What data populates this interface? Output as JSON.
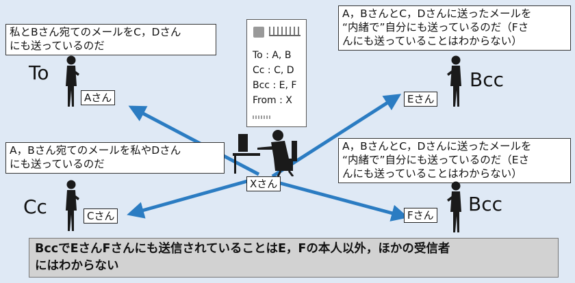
{
  "notes": {
    "to_note": "私とBさん宛てのメールをC，Dさん\nにも送っているのだ",
    "cc_note": "A，Bさん宛てのメールを私やDさん\nにも送っているのだ",
    "bcc_note_top": "A，BさんとC，Dさんに送ったメールを\n“内緒で”自分にも送っているのだ（Fさ\nんにも送っていることはわからない）",
    "bcc_note_mid": "A，BさんとC，Dさんに送ったメールを\n“内緒で”自分にも送っているのだ（Eさ\nんにも送っていることはわからない）"
  },
  "roles": {
    "to": "To",
    "cc": "Cc",
    "bcc_e": "Bcc",
    "bcc_f": "Bcc"
  },
  "people": {
    "a": "Aさん",
    "c": "Cさん",
    "e": "Eさん",
    "f": "Fさん",
    "x": "Xさん"
  },
  "mail_header": {
    "to": "To : A, B",
    "cc": "Cc : C, D",
    "bcc": "Bcc : E, F",
    "from": "From : X"
  },
  "footer_text": "BccでEさんFさんにも送信されていることはE，Fの本人以外，ほかの受信者\nにはわからない",
  "colors": {
    "arrow": "#2b7cc2",
    "background": "#dfe9f5",
    "footer_bg": "#d2d2d2"
  }
}
